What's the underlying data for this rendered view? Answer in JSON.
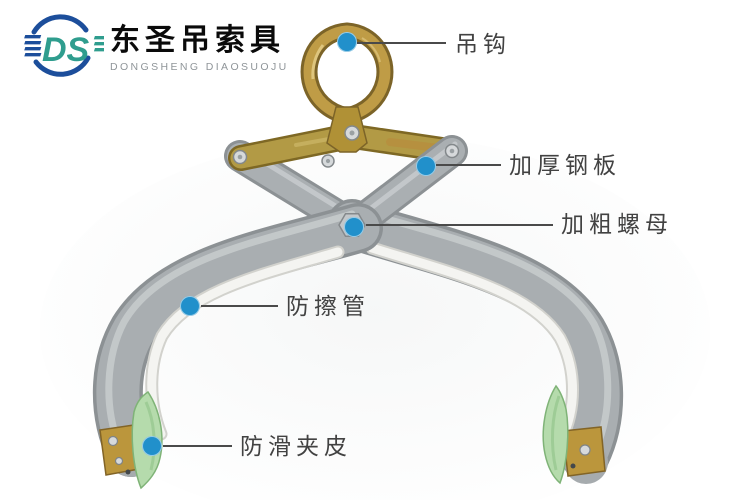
{
  "brand": {
    "monogram": "DS",
    "name_zh": "东圣吊索具",
    "name_en": "DONGSHENG DIAOSUOJU",
    "colors": {
      "blue": "#1c4e9b",
      "teal": "#2f9d8e"
    }
  },
  "illustration": {
    "subject": "scissor-type lifting clamp with hook, crossed steel arms, protective tube and green anti-slip jaw pads",
    "colors": {
      "steel_gray": "#a9aeb1",
      "steel_edge": "#8c9194",
      "steel_highlight": "#c8ccce",
      "brass": "#b29a45",
      "brass_edge": "#7e6824",
      "pad_green": "#b5dbac",
      "pad_green_edge": "#7fb377",
      "tube_white": "#f4f4f1"
    }
  },
  "annotations": {
    "marker_color": "#2190cb",
    "line_color": "#4a4a4a",
    "text_color": "#424242",
    "items": [
      {
        "id": "hook",
        "label": "吊钩"
      },
      {
        "id": "steel-plate",
        "label": "加厚钢板"
      },
      {
        "id": "thick-nut",
        "label": "加粗螺母"
      },
      {
        "id": "anti-scratch-tube",
        "label": "防擦管"
      },
      {
        "id": "anti-slip-pad",
        "label": "防滑夹皮"
      }
    ]
  }
}
